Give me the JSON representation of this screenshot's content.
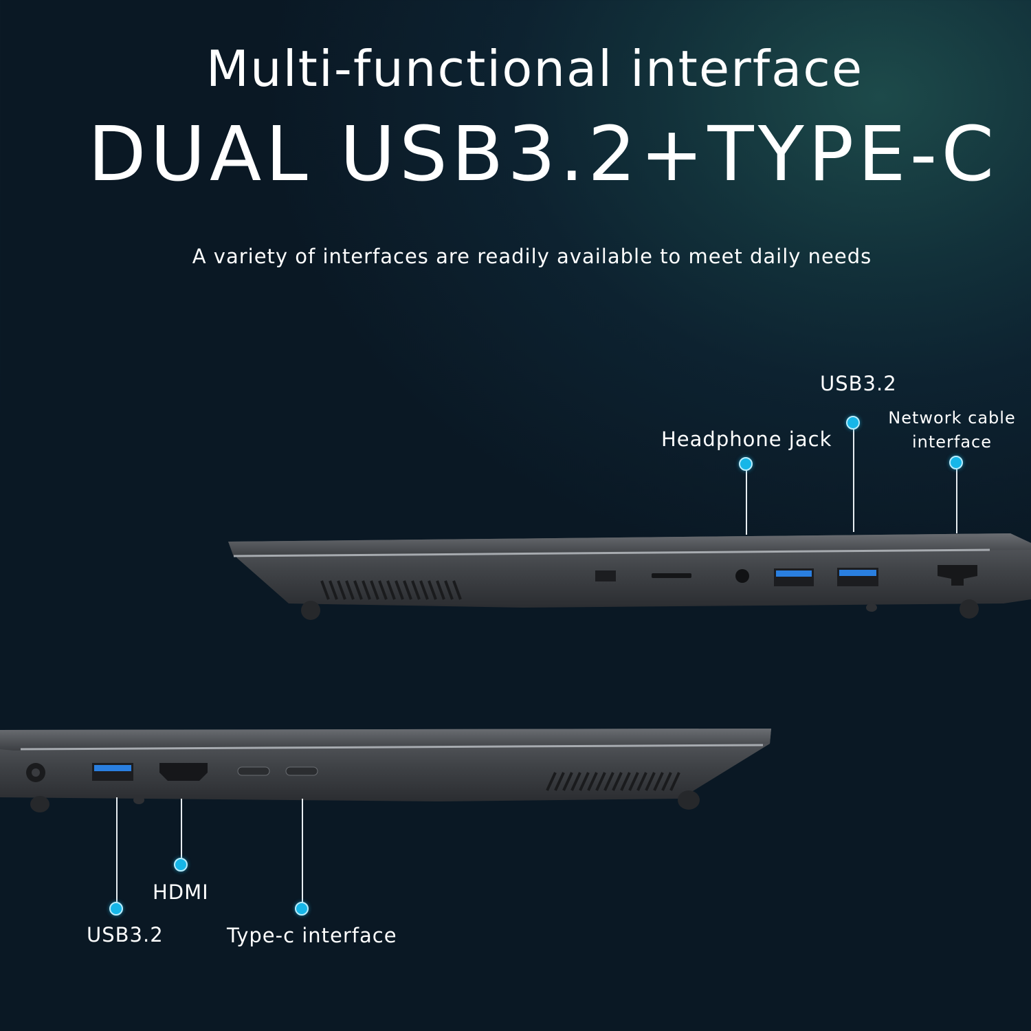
{
  "header": {
    "title": "Multi-functional interface",
    "headline": "DUAL USB3.2+TYPE-C",
    "subtitle": "A variety of interfaces are readily available to meet daily needs"
  },
  "right_side_ports": {
    "usb": "USB3.2",
    "headphone": "Headphone jack",
    "network_line1": "Network cable",
    "network_line2": "interface"
  },
  "left_side_ports": {
    "usb": "USB3.2",
    "hdmi": "HDMI",
    "typec": "Type-c interface"
  },
  "colors": {
    "accent_dot": "#16b6e8",
    "usb_port_blue": "#2a7fe0",
    "laptop_body": "#4a4d52"
  }
}
